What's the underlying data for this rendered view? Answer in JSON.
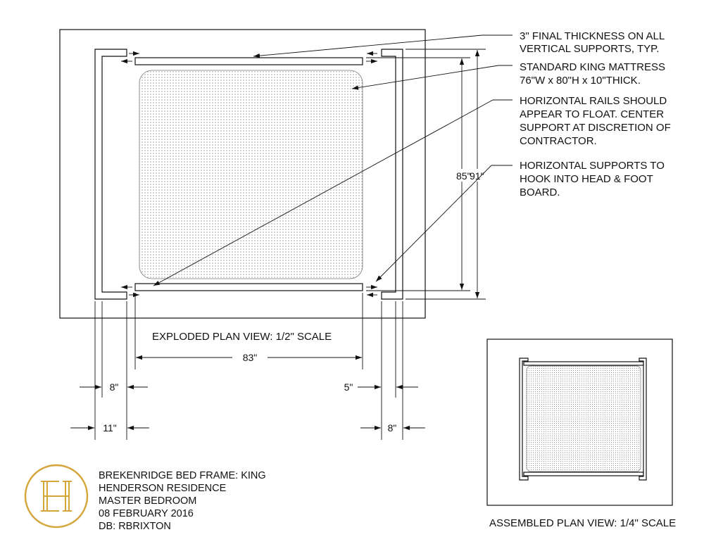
{
  "notes": {
    "thickness": [
      "3\" FINAL THICKNESS ON ALL",
      "VERTICAL SUPPORTS, TYP."
    ],
    "mattress": [
      "STANDARD KING MATTRESS",
      "76\"W x 80\"H x 10\"THICK."
    ],
    "rails": [
      "HORIZONTAL RAILS SHOULD",
      "APPEAR TO FLOAT. CENTER",
      "SUPPORT AT DISCRETION OF",
      "CONTRACTOR."
    ],
    "supports": [
      "HORIZONTAL SUPPORTS TO",
      "HOOK INTO HEAD & FOOT",
      "BOARD."
    ]
  },
  "dimensions": {
    "width_83": "83\"",
    "height_85": "85\"",
    "height_91": "91\"",
    "left_8": "8\"",
    "left_11": "11\"",
    "right_5": "5\"",
    "right_8": "8\""
  },
  "views": {
    "exploded_title": "EXPLODED PLAN VIEW: 1/2\" SCALE",
    "assembled_title": "ASSEMBLED PLAN VIEW: 1/4\" SCALE"
  },
  "title_block": {
    "logo_letters": "HE",
    "lines": [
      "BREKENRIDGE BED FRAME: KING",
      "HENDERSON RESIDENCE",
      "MASTER BEDROOM",
      "08 FEBRUARY 2016",
      "DB: RBRIXTON"
    ]
  },
  "colors": {
    "logo_gold": "#d4a63a",
    "ink": "#111111",
    "mattress_dot": "#9a9a9a"
  }
}
